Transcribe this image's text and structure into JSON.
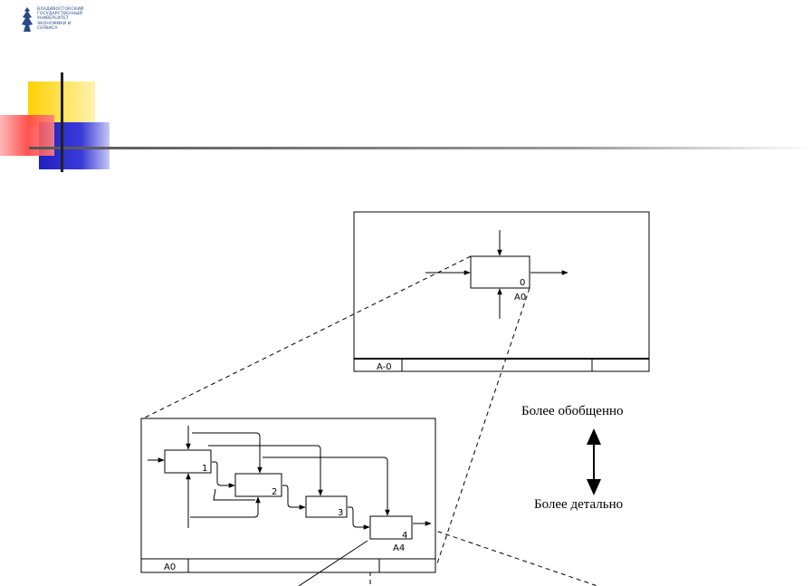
{
  "logo": {
    "lines": [
      "ВЛАДИВОСТОКСКИЙ",
      "ГОСУДАРСТВЕННЫЙ",
      "УНИВЕРСИТЕТ",
      "ЭКОНОМИКИ И",
      "СЕРВИСА"
    ]
  },
  "context_diagram": {
    "box_number": "0",
    "box_node": "A0",
    "footer_node": "A-0"
  },
  "decomposition_diagram": {
    "box_numbers": [
      "1",
      "2",
      "3",
      "4"
    ],
    "box4_node": "A4",
    "footer_node": "A0"
  },
  "legend": {
    "more_general": "Более обобщенно",
    "more_detailed": "Более детально"
  }
}
